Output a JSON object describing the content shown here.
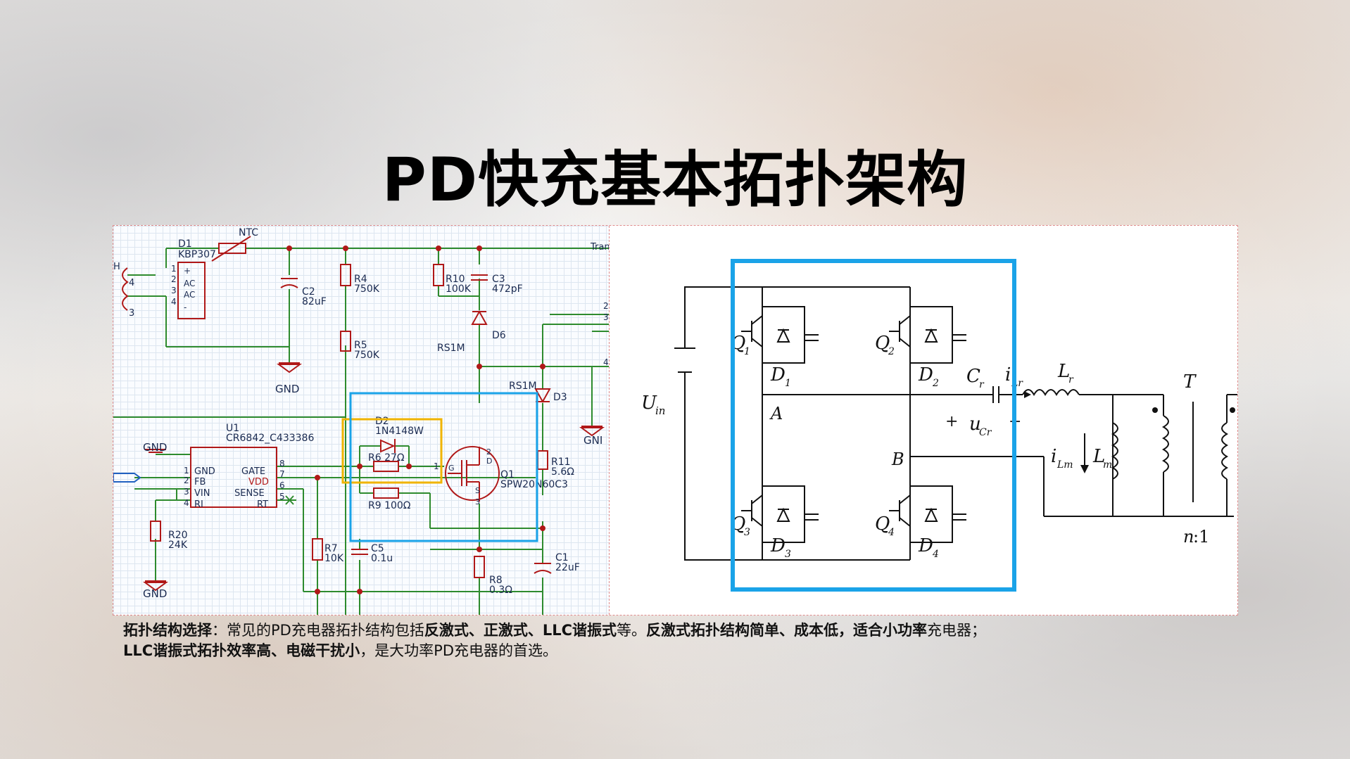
{
  "title": "PD快充基本拓扑架构",
  "schematic": {
    "D1": "D1",
    "KBP307": "KBP307",
    "NTC": "NTC",
    "Tran": "Tran",
    "pin_plus": "+",
    "pin_ac1": "AC",
    "pin_ac2": "AC",
    "pin_minus": "-",
    "n1": "1",
    "n2": "2",
    "n3": "3",
    "n4": "4",
    "H": "H",
    "pin4": "4",
    "pin3": "3",
    "C2": "C2",
    "C2_val": "82uF",
    "R4": "R4",
    "R4_val": "750K",
    "R5": "R5",
    "R5_val": "750K",
    "R10": "R10",
    "R10_val": "100K",
    "C3": "C3",
    "C3_val": "472pF",
    "RS1M_a": "RS1M",
    "D6": "D6",
    "RS1M_b": "RS1M",
    "D3": "D3",
    "GND1": "GND",
    "GND2": "GND",
    "GND3": "GND",
    "GND4": "GNI",
    "D2": "D2",
    "D2_val": "1N4148W",
    "R6": "R6 27Ω",
    "R9": "R9 100Ω",
    "U1": "U1",
    "U1_val": "CR6842_C433386",
    "u1_gnd": "GND",
    "u1_fb": "FB",
    "u1_vin": "VIN",
    "u1_ri": "RI",
    "u1_gate": "GATE",
    "u1_vdd": "VDD",
    "u1_sense": "SENSE",
    "u1_rt": "RT",
    "u1_p1": "1",
    "u1_p2": "2",
    "u1_p3": "3",
    "u1_p4": "4",
    "u1_p8": "8",
    "u1_p7": "7",
    "u1_p6": "6",
    "u1_p5": "5",
    "Q1": "Q1",
    "Q1_val": "SPW20N60C3",
    "q_g": "1",
    "q_d": "2",
    "q_s": "3",
    "q_gl": "G",
    "q_dl": "D",
    "q_sl": "S",
    "R11": "R11",
    "R11_val": "5.6Ω",
    "R20": "R20",
    "R20_val": "24K",
    "R7": "R7",
    "R7_val": "10K",
    "C5": "C5",
    "C5_val": "0.1u",
    "C1": "C1",
    "C1_val": "22uF",
    "R8": "R8",
    "R8_val": "0.3Ω",
    "rp2": "2",
    "rp3": "3",
    "rp4": "4"
  },
  "llc": {
    "Uin": "U",
    "Uin_sub": "in",
    "Q1": "Q",
    "Q1_sub": "1",
    "Q2": "Q",
    "Q2_sub": "2",
    "Q3": "Q",
    "Q3_sub": "3",
    "Q4": "Q",
    "Q4_sub": "4",
    "D1": "D",
    "D1_sub": "1",
    "D2": "D",
    "D2_sub": "2",
    "D3": "D",
    "D3_sub": "3",
    "D4": "D",
    "D4_sub": "4",
    "A": "A",
    "B": "B",
    "Cr": "C",
    "Cr_sub": "r",
    "iLr": "i",
    "iLr_sub": "Lr",
    "Lr": "L",
    "Lr_sub": "r",
    "plus": "+",
    "uCr": "u",
    "uCr_sub": "Cr",
    "minus": "−",
    "iLm": "i",
    "iLm_sub": "Lm",
    "Lm": "L",
    "Lm_sub": "m",
    "T": "T",
    "ratio": "n",
    "ratio_rest": ":1"
  },
  "caption": {
    "l1_b1": "拓扑结构选择",
    "l1_t1": "：常见的PD充电器拓扑结构包括",
    "l1_b2": "反激式、正激式、LLC谐振式",
    "l1_t2": "等。",
    "l1_b3": "反激式拓扑结构简单、成本低，适合小功率",
    "l1_t3": "充电器；",
    "l2_b1": "LLC谐振式拓扑效率高、电磁干扰小",
    "l2_t1": "，是大功率PD充电器的首选。"
  },
  "colors": {
    "highlight_blue": "#1aa3e8",
    "highlight_yellow": "#f0b400",
    "wire": "#2e8b2e",
    "node": "#b01818",
    "part": "#b01818"
  }
}
